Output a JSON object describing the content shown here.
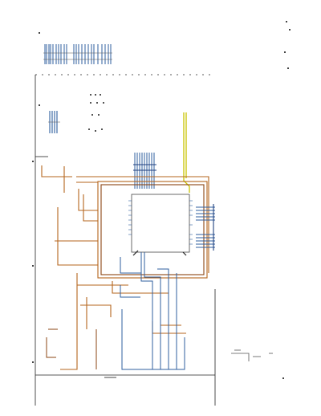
{
  "document": {
    "view": "pcb-layout",
    "text_legible": false
  },
  "palette": {
    "background": "#ffffff",
    "frame": "#222222",
    "trace_orange": "#b5651d",
    "trace_brown": "#8b4513",
    "trace_blue": "#2f5f9f",
    "trace_navy": "#1f3f7f",
    "trace_yellow": "#c8c400",
    "chip_fill": "#ffffff",
    "chip_outline": "#444444"
  },
  "components": [
    {
      "id": "main-ic",
      "kind": "qfp-chip",
      "icon": "ic-chip-icon"
    },
    {
      "id": "connector-top",
      "kind": "bus-header",
      "icon": "connector-icon"
    },
    {
      "id": "connector-right",
      "kind": "pin-header",
      "icon": "connector-icon"
    },
    {
      "id": "crystal-area",
      "kind": "misc",
      "icon": "component-icon"
    }
  ]
}
